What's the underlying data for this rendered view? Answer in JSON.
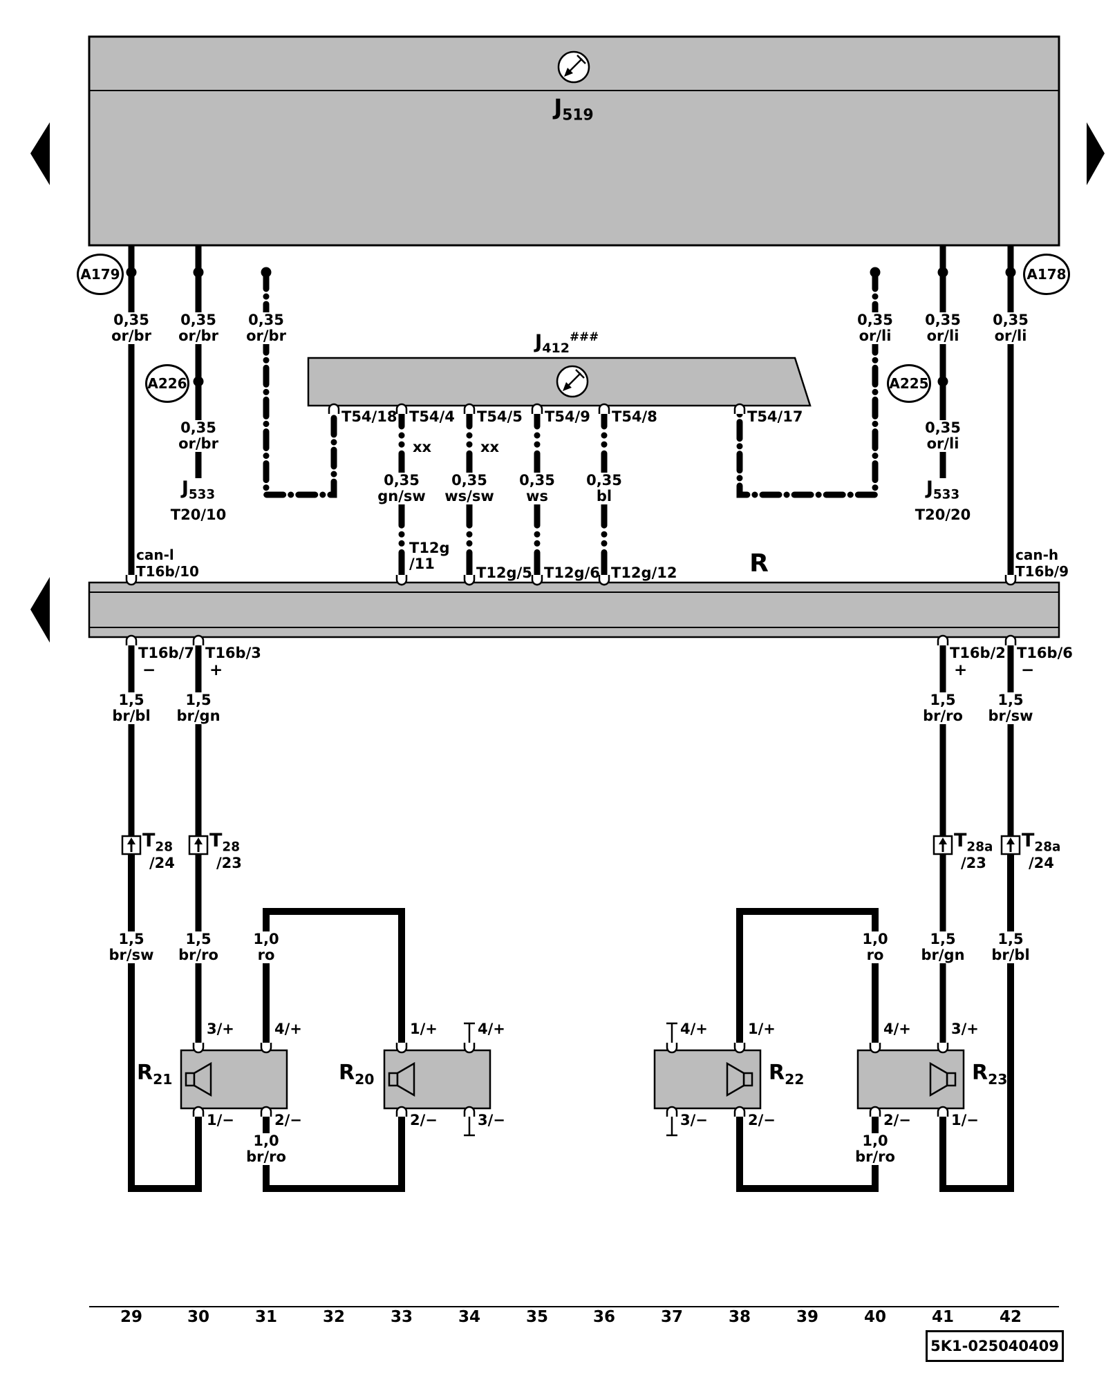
{
  "footer": {
    "part_number": "5K1-025040409"
  },
  "modules": {
    "j519": {
      "main": "J",
      "sub": "519"
    },
    "j412": {
      "main": "J",
      "sub": "412",
      "sup": "###",
      "terminals": [
        "T54/18",
        "T54/4",
        "T54/5",
        "T54/9",
        "T54/8",
        "T54/17"
      ]
    },
    "r_bus": {
      "label": "R"
    },
    "j533_left": {
      "main": "J",
      "sub": "533",
      "terminal": "T20/10"
    },
    "j533_right": {
      "main": "J",
      "sub": "533",
      "terminal": "T20/20"
    }
  },
  "markers": {
    "a179": "A179",
    "a178": "A178",
    "a226": "A226",
    "a225": "A225"
  },
  "top_wires": {
    "w1": {
      "gauge": "0,35\nor/br",
      "bus_label": "can-l",
      "bus_terminal": "T16b/10"
    },
    "w2": {
      "gauge": "0,35\nor/br",
      "gauge2": "0,35\nor/br"
    },
    "w3": {
      "gauge": "0,35\nor/br"
    },
    "wr3": {
      "gauge": "0,35\nor/li"
    },
    "wr2": {
      "gauge": "0,35\nor/li",
      "gauge2": "0,35\nor/li"
    },
    "wr1": {
      "gauge": "0,35\nor/li",
      "bus_label": "can-h",
      "bus_terminal": "T16b/9"
    }
  },
  "mid_wires": {
    "xx_marker": "xx",
    "gauges": [
      "0,35\ngn/sw",
      "0,35\nws/sw",
      "0,35\nws",
      "0,35\nbl"
    ],
    "bus_terminals": [
      "T12g\n/11",
      "T12g/5",
      "T12g/6",
      "T12g/12"
    ]
  },
  "r_bus_bottom": {
    "terminals": [
      {
        "name": "T16b/7",
        "sign": "−"
      },
      {
        "name": "T16b/3",
        "sign": "+"
      },
      {
        "name": "T16b/2",
        "sign": "+"
      },
      {
        "name": "T16b/6",
        "sign": "−"
      }
    ],
    "gauges": [
      "1,5\nbr/bl",
      "1,5\nbr/gn",
      "1,5\nbr/ro",
      "1,5\nbr/sw"
    ]
  },
  "connectors": [
    {
      "main": "T",
      "sub": "28",
      "pin": "/24"
    },
    {
      "main": "T",
      "sub": "28",
      "pin": "/23"
    },
    {
      "main": "T",
      "sub": "28a",
      "pin": "/23"
    },
    {
      "main": "T",
      "sub": "28a",
      "pin": "/24"
    }
  ],
  "lower_gauges": [
    "1,5\nbr/sw",
    "1,5\nbr/ro",
    "1,0\nro",
    "1,0\nro",
    "1,5\nbr/gn",
    "1,5\nbr/bl"
  ],
  "bridge_gauges": [
    "1,0\nbr/ro",
    "1,0\nbr/ro"
  ],
  "speakers": [
    {
      "main": "R",
      "sub": "21",
      "tl": "3/+",
      "tr": "4/+",
      "bl": "1/−",
      "br": "2/−"
    },
    {
      "main": "R",
      "sub": "20",
      "tl": "1/+",
      "tr": "4/+",
      "bl": "2/−",
      "br": "3/−"
    },
    {
      "main": "R",
      "sub": "22",
      "tl": "4/+",
      "tr": "1/+",
      "bl": "3/−",
      "br": "2/−"
    },
    {
      "main": "R",
      "sub": "23",
      "tl": "4/+",
      "tr": "3/+",
      "bl": "2/−",
      "br": "1/−"
    }
  ],
  "ruler": [
    "29",
    "30",
    "31",
    "32",
    "33",
    "34",
    "35",
    "36",
    "37",
    "38",
    "39",
    "40",
    "41",
    "42"
  ]
}
